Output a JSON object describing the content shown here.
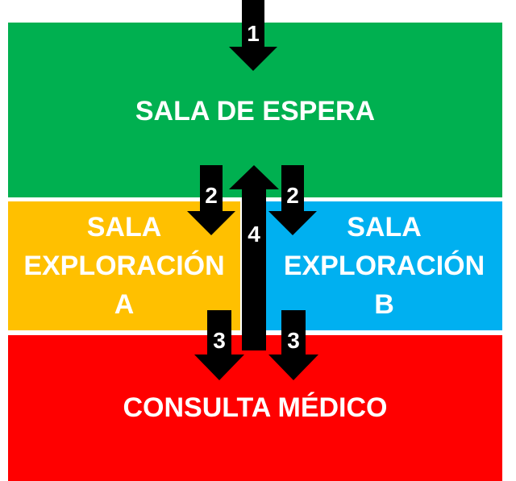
{
  "areas": {
    "waiting_room": "SALA DE ESPERA",
    "exam_room_a": {
      "line1": "SALA",
      "line2": "EXPLORACIÓN",
      "line3": "A"
    },
    "exam_room_b": {
      "line1": "SALA",
      "line2": "EXPLORACIÓN",
      "line3": "B"
    },
    "consultation": "CONSULTA MÉDICO"
  },
  "steps": {
    "step1": "1",
    "step2_left": "2",
    "step2_right": "2",
    "step3_left": "3",
    "step3_right": "3",
    "step4": "4"
  },
  "colors": {
    "waiting_room": "#00b050",
    "exam_room_a": "#ffc000",
    "exam_room_b": "#00b0f0",
    "consultation": "#ff0000",
    "arrow": "#000000",
    "text": "#ffffff"
  }
}
